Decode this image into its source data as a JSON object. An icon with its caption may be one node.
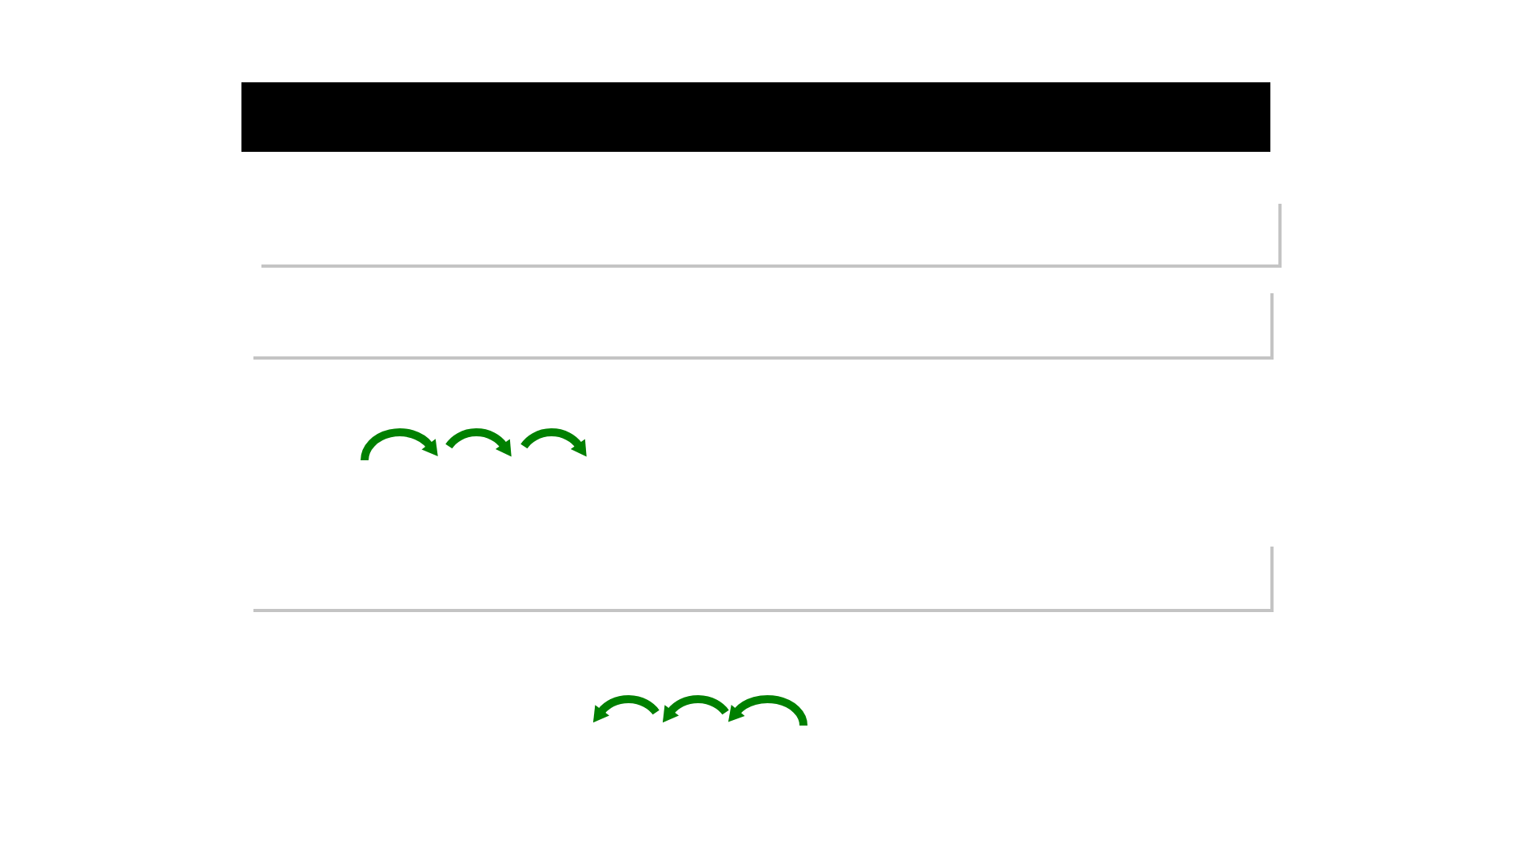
{
  "diagram": {
    "nodes": [
      {
        "text": [],
        "shape": "bar"
      },
      {
        "text": [],
        "shape": "box"
      },
      {
        "text": [],
        "shape": "box"
      },
      {
        "text": [],
        "shape": "box"
      }
    ]
  }
}
